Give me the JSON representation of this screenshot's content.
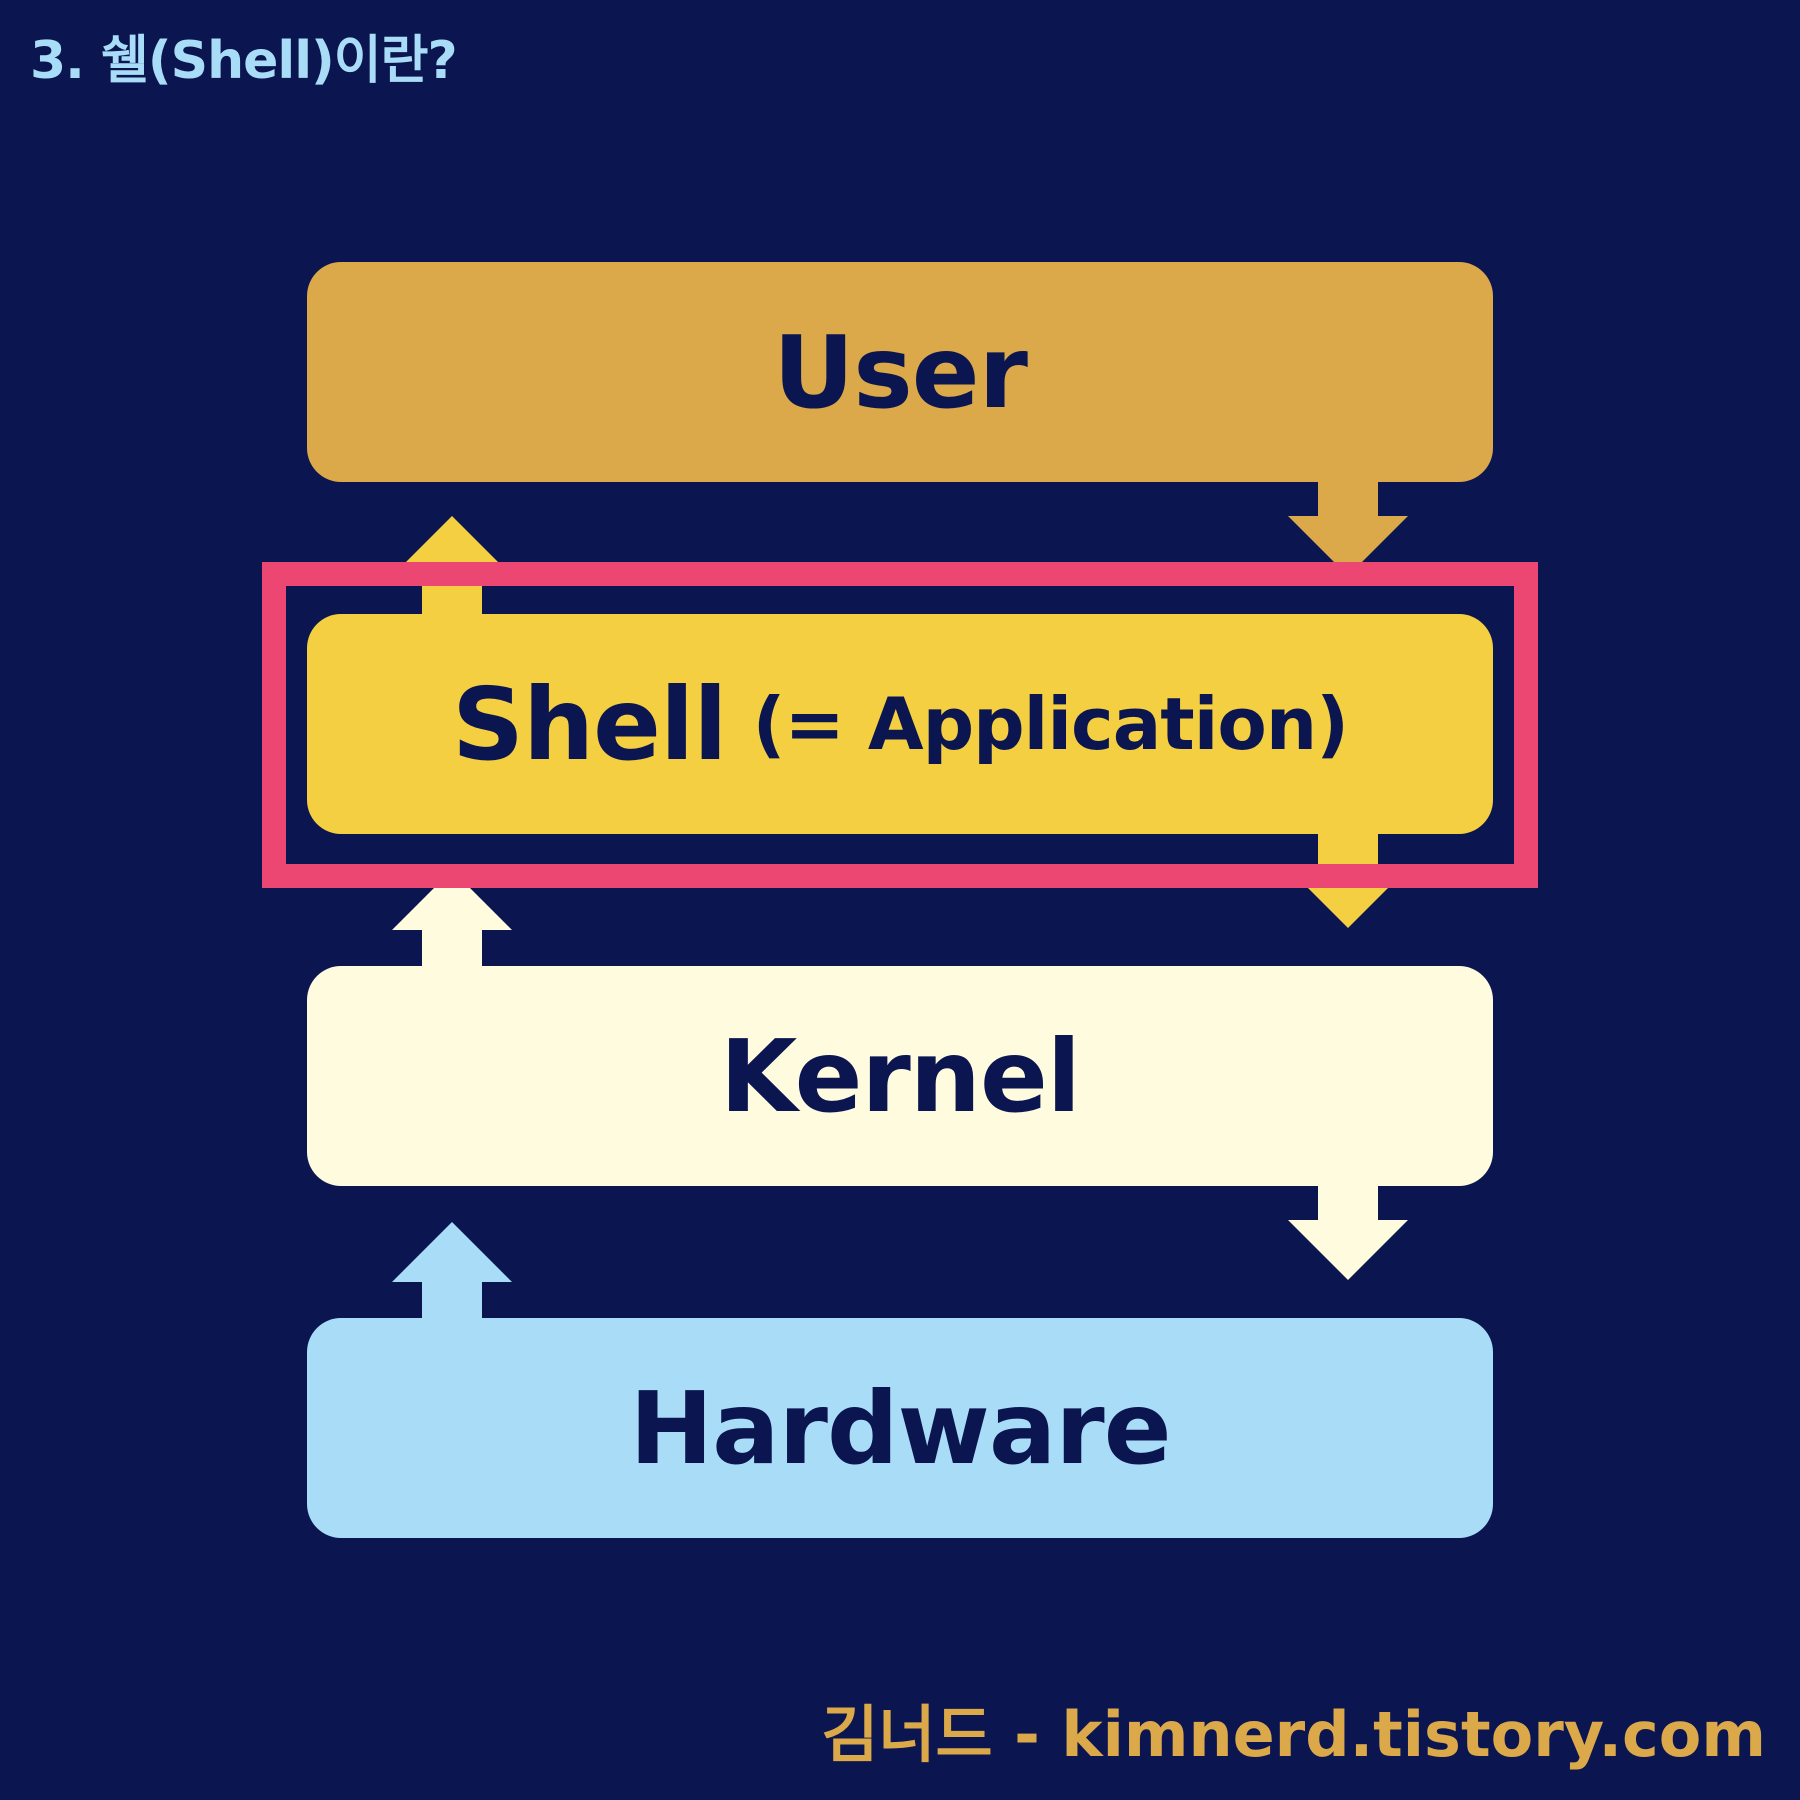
{
  "title": "3. 쉘(Shell)이란?",
  "colors": {
    "background": "#0b1650",
    "user": "#dba84a",
    "shell": "#f4cf42",
    "kernel": "#fefbdf",
    "hardware": "#a9dcf7",
    "highlight": "#ec4672",
    "text": "#0b1650"
  },
  "layers": [
    {
      "name": "User",
      "sub": "",
      "color": "#dba84a"
    },
    {
      "name": "Shell",
      "sub": "(= Application)",
      "color": "#f4cf42"
    },
    {
      "name": "Kernel",
      "sub": "",
      "color": "#fefbdf"
    },
    {
      "name": "Hardware",
      "sub": "",
      "color": "#a9dcf7"
    }
  ],
  "highlighted_layer": "Shell",
  "arrows": [
    {
      "from": "User",
      "to": "Shell",
      "direction": "down",
      "color": "#dba84a"
    },
    {
      "from": "Shell",
      "to": "User",
      "direction": "up",
      "color": "#f4cf42"
    },
    {
      "from": "Shell",
      "to": "Kernel",
      "direction": "down",
      "color": "#f4cf42"
    },
    {
      "from": "Kernel",
      "to": "Shell",
      "direction": "up",
      "color": "#fefbdf"
    },
    {
      "from": "Kernel",
      "to": "Hardware",
      "direction": "down",
      "color": "#fefbdf"
    },
    {
      "from": "Hardware",
      "to": "Kernel",
      "direction": "up",
      "color": "#a9dcf7"
    }
  ],
  "footer": "김너드 - kimnerd.tistory.com"
}
